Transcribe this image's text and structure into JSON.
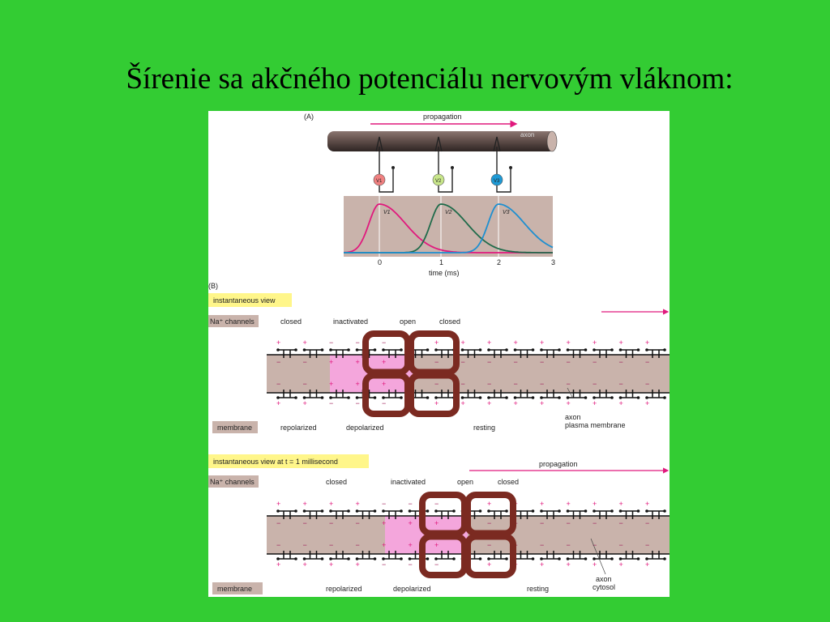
{
  "slide": {
    "title": "Šírenie sa akčného potenciálu nervovým vláknom:"
  },
  "colors": {
    "background": "#33cc33",
    "magenta": "#e0197d",
    "green": "#1f6b4a",
    "blue": "#1e8fd0",
    "membrane": "#c9b3ab",
    "pink": "#f4a6dc",
    "loop": "#7b2a21",
    "yellow": "#fff68a"
  },
  "panel_a": {
    "label": "(A)",
    "propagation": "propagation",
    "axon": "axon",
    "voltmeters": [
      "V1",
      "V2",
      "V3"
    ],
    "trace_labels": [
      "V1",
      "V2",
      "V3"
    ],
    "x_ticks": [
      "0",
      "1",
      "2",
      "3"
    ],
    "x_label": "time (ms)"
  },
  "panel_b": {
    "label": "(B)",
    "signs": {
      "plus": "+",
      "minus": "−"
    },
    "view1": {
      "title": "instantaneous view",
      "channels_label": "Na⁺ channels",
      "channel_states": [
        "closed",
        "inactivated",
        "open",
        "closed"
      ],
      "membrane_label": "membrane",
      "membrane_states": [
        "repolarized",
        "depolarized",
        "resting"
      ],
      "annotation": [
        "axon",
        "plasma membrane"
      ]
    },
    "view2": {
      "title": "instantaneous view at t = 1 millisecond",
      "propagation": "propagation",
      "channels_label": "Na⁺ channels",
      "channel_states": [
        "closed",
        "inactivated",
        "open",
        "closed"
      ],
      "membrane_label": "membrane",
      "membrane_states": [
        "repolarized",
        "depolarized",
        "resting"
      ],
      "annotation": [
        "axon",
        "cytosol"
      ]
    }
  }
}
